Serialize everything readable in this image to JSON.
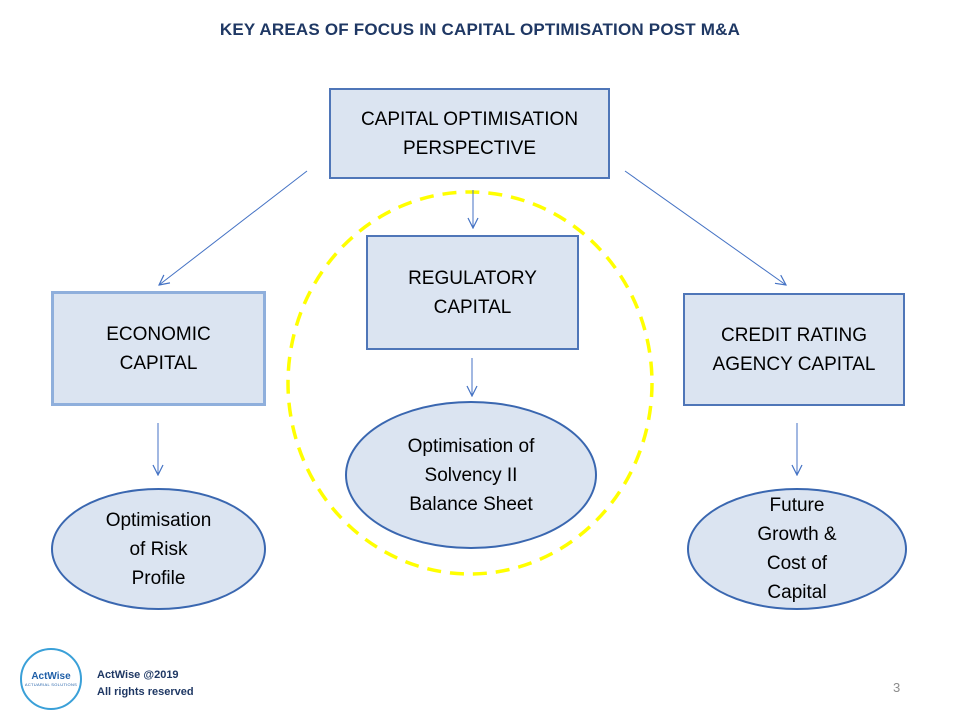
{
  "title": "KEY AREAS OF FOCUS IN CAPITAL OPTIMISATION POST M&A",
  "nodes": {
    "top": "CAPITAL OPTIMISATION\nPERSPECTIVE",
    "economic": "ECONOMIC\nCAPITAL",
    "regulatory": "REGULATORY\nCAPITAL",
    "credit": "CREDIT RATING\nAGENCY CAPITAL",
    "risk": "Optimisation\nof Risk\nProfile",
    "solvency": "Optimisation of\nSolvency II\nBalance Sheet",
    "growth": "Future\nGrowth &\nCost of\nCapital"
  },
  "footer": {
    "logo_name": "ActWise",
    "logo_sub": "ACTUARIAL SOLUTIONS",
    "copyright": "ActWise @2019",
    "rights": "All rights reserved"
  },
  "page_number": "3",
  "colors": {
    "box_fill": "#dbe4f1",
    "box_border": "#4f76b8",
    "arrow": "#4472c4",
    "highlight_circle": "#ffff00",
    "title": "#1f3864"
  }
}
